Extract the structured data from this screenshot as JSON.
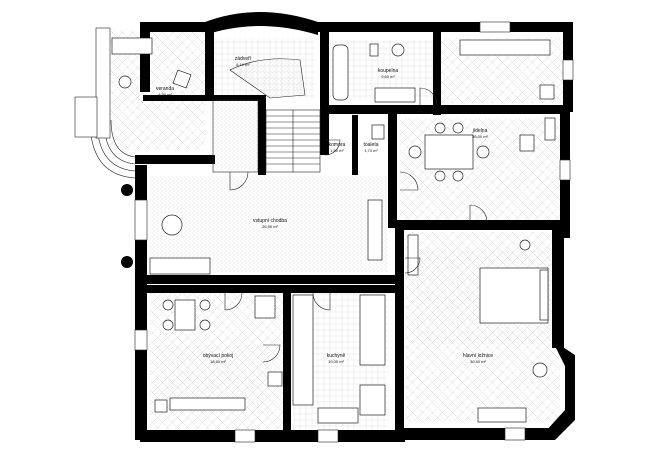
{
  "plan": {
    "rooms": [
      {
        "id": "veranda",
        "name": "veranda",
        "area": "8,90 m²"
      },
      {
        "id": "zadveri",
        "name": "zádveří",
        "area": "8,10 m²"
      },
      {
        "id": "koupelna",
        "name": "koupelna",
        "area": "9,60 m²"
      },
      {
        "id": "jidelna",
        "name": "jídelna",
        "area": "36,00 m²"
      },
      {
        "id": "komora",
        "name": "komora",
        "area": "1,50 m²"
      },
      {
        "id": "toaleta",
        "name": "toaleta",
        "area": "1,70 m²"
      },
      {
        "id": "hala",
        "name": "vstupní chodba",
        "area": "26,90 m²"
      },
      {
        "id": "obyvak",
        "name": "obývací pokoj",
        "area": "18,60 m²"
      },
      {
        "id": "kuchyne",
        "name": "kuchyně",
        "area": "19,00 m²"
      },
      {
        "id": "loznice",
        "name": "hlavní ložnice",
        "area": "30,50 m²"
      }
    ],
    "colors": {
      "wall": "#000000",
      "hatch": "#d6d6d6",
      "line": "#222222",
      "background": "#ffffff"
    }
  }
}
